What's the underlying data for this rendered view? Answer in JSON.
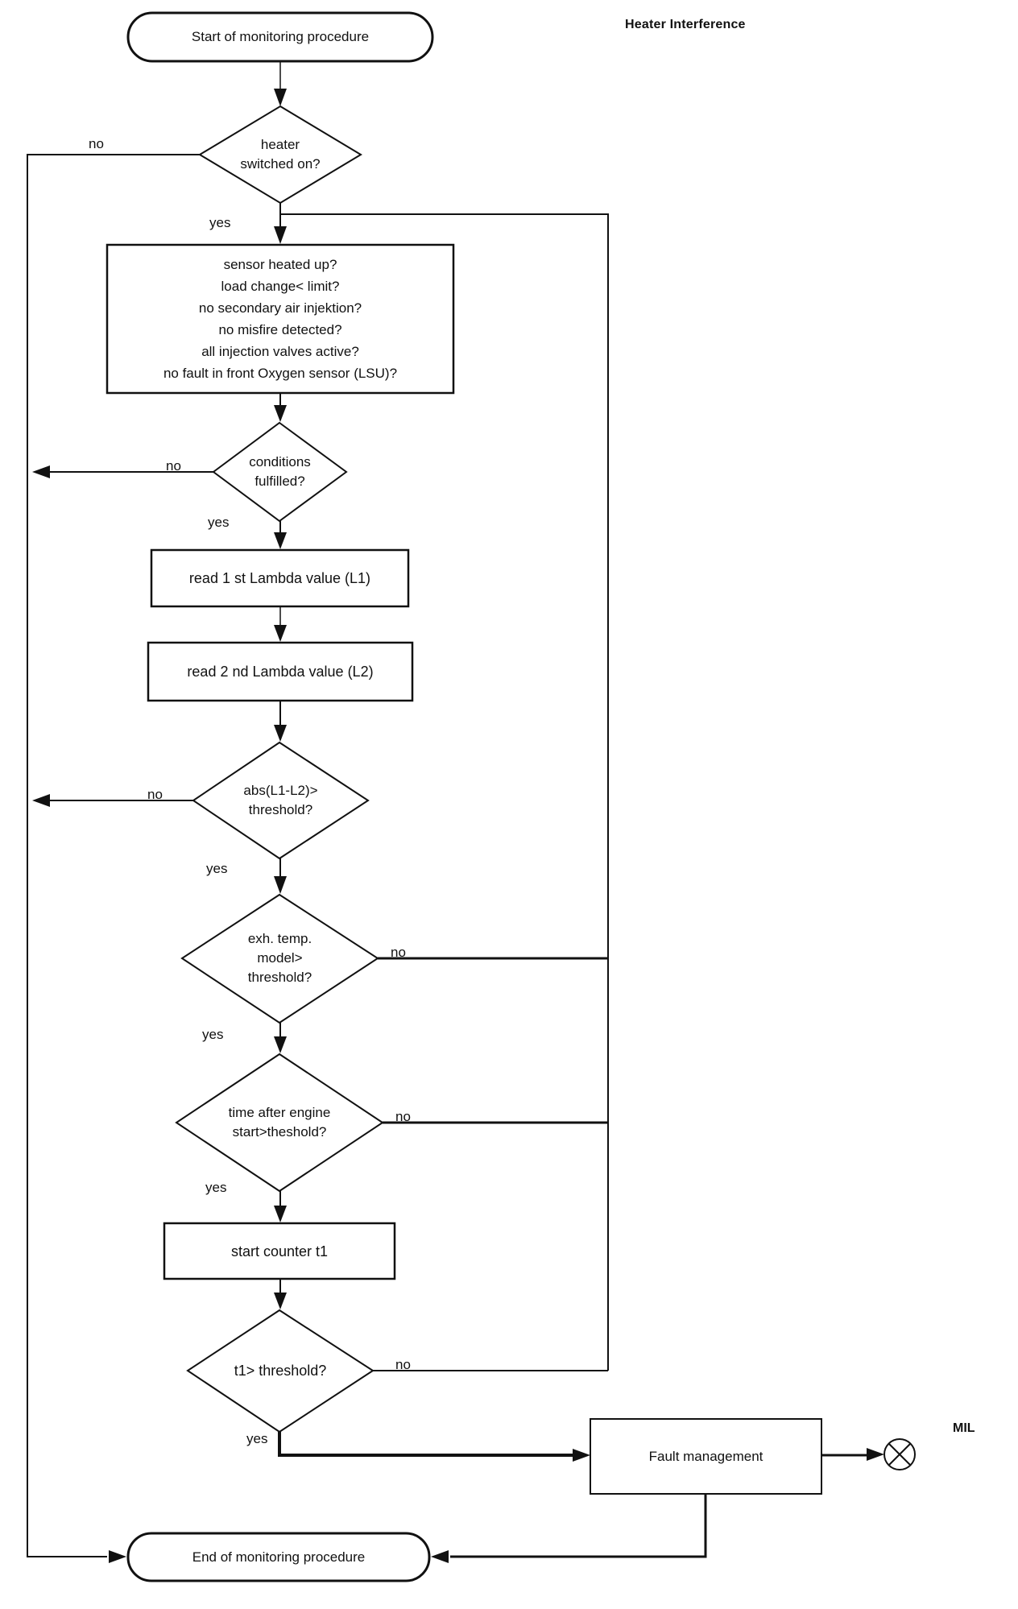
{
  "title": "Heater Interference",
  "mil_label": "MIL",
  "branch_labels": {
    "yes": "yes",
    "no": "no"
  },
  "colors": {
    "line": "#111111",
    "background": "#ffffff"
  },
  "nodes": {
    "start": {
      "type": "terminator",
      "label": "Start of monitoring procedure"
    },
    "heater_switched_on": {
      "type": "decision",
      "lines": [
        "heater",
        "switched on?"
      ]
    },
    "precondition_box": {
      "type": "process",
      "lines": [
        "sensor heated up?",
        "load change< limit?",
        "no secondary air injektion?",
        "no misfire detected?",
        "all injection valves active?",
        "no fault in front Oxygen sensor (LSU)?"
      ]
    },
    "conditions_fulfilled": {
      "type": "decision",
      "lines": [
        "conditions",
        "fulfilled?"
      ]
    },
    "read_l1": {
      "type": "process",
      "label": "read 1 st Lambda value (L1)"
    },
    "read_l2": {
      "type": "process",
      "label": "read 2 nd Lambda value (L2)"
    },
    "abs_threshold": {
      "type": "decision",
      "lines": [
        "abs(L1-L2)>",
        "threshold?"
      ]
    },
    "exh_temp_model": {
      "type": "decision",
      "lines": [
        "exh. temp.",
        "model>",
        "threshold?"
      ]
    },
    "time_after_start": {
      "type": "decision",
      "lines": [
        "time after engine",
        "start>theshold?"
      ]
    },
    "start_counter": {
      "type": "process",
      "label": "start counter t1"
    },
    "t1_threshold": {
      "type": "decision",
      "label": "t1> threshold?"
    },
    "fault_management": {
      "type": "process",
      "label": "Fault management"
    },
    "end": {
      "type": "terminator",
      "label": "End of monitoring procedure"
    }
  }
}
